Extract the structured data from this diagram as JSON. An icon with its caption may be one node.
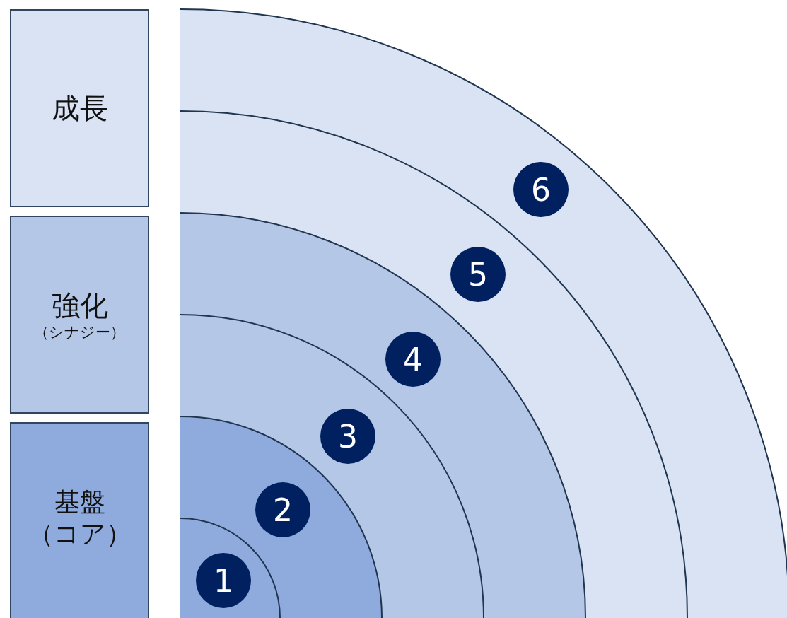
{
  "diagram": {
    "nodes": [
      {
        "text": [
          "成長"
        ]
      },
      {
        "text": [
          "強化",
          "（シナジー）"
        ]
      },
      {
        "text": [
          "基盤",
          "（コア）"
        ]
      },
      {
        "text": [
          "1"
        ]
      },
      {
        "text": [
          "2"
        ]
      },
      {
        "text": [
          "3"
        ]
      },
      {
        "text": [
          "4"
        ]
      },
      {
        "text": [
          "5"
        ]
      },
      {
        "text": [
          "6"
        ]
      }
    ]
  }
}
